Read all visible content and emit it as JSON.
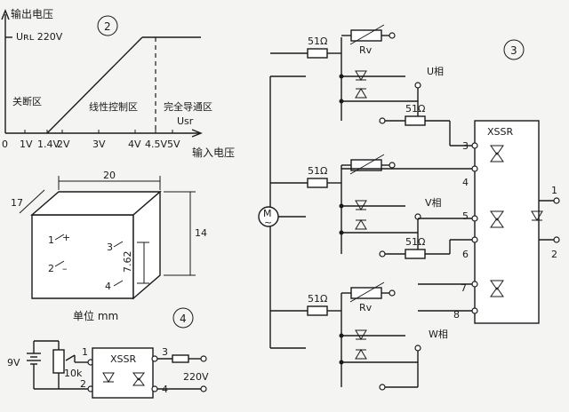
{
  "transfer_curve": {
    "figure_number": "2",
    "y_axis_label": "输出电压",
    "rated_output": "Uʀʟ 220V",
    "x_axis_label": "输入电压",
    "x_axis_symbol": "Usr",
    "ticks": [
      "0",
      "1V",
      "1.4V",
      "2V",
      "3V",
      "4V",
      "4.5V",
      "5V"
    ],
    "regions": {
      "off": "关断区",
      "linear": "线性控制区",
      "full": "完全导通区"
    }
  },
  "package": {
    "figure_number": "4",
    "width": "20",
    "depth": "17",
    "height": "14",
    "pin_spacing": "7.62",
    "pin_labels": [
      "1",
      "2",
      "3",
      "4"
    ],
    "pin_signs": [
      "+",
      "–"
    ],
    "unit_label": "单位 mm"
  },
  "test_circuit": {
    "supply": "9V",
    "potentiometer": "10k",
    "ssr_label": "XSSR",
    "load_voltage": "220V",
    "pin_labels": [
      "1",
      "2",
      "3",
      "4"
    ]
  },
  "three_phase": {
    "figure_number": "3",
    "resistor_label": "51Ω",
    "varistor_label": "Rv",
    "phase_labels": [
      "U相",
      "V相",
      "W相"
    ],
    "motor_label": "M",
    "motor_symbol": "~",
    "ssr_label": "XSSR",
    "terminal_numbers": [
      "3",
      "4",
      "5",
      "6",
      "7",
      "8"
    ],
    "control_pins": [
      "1",
      "2"
    ]
  }
}
